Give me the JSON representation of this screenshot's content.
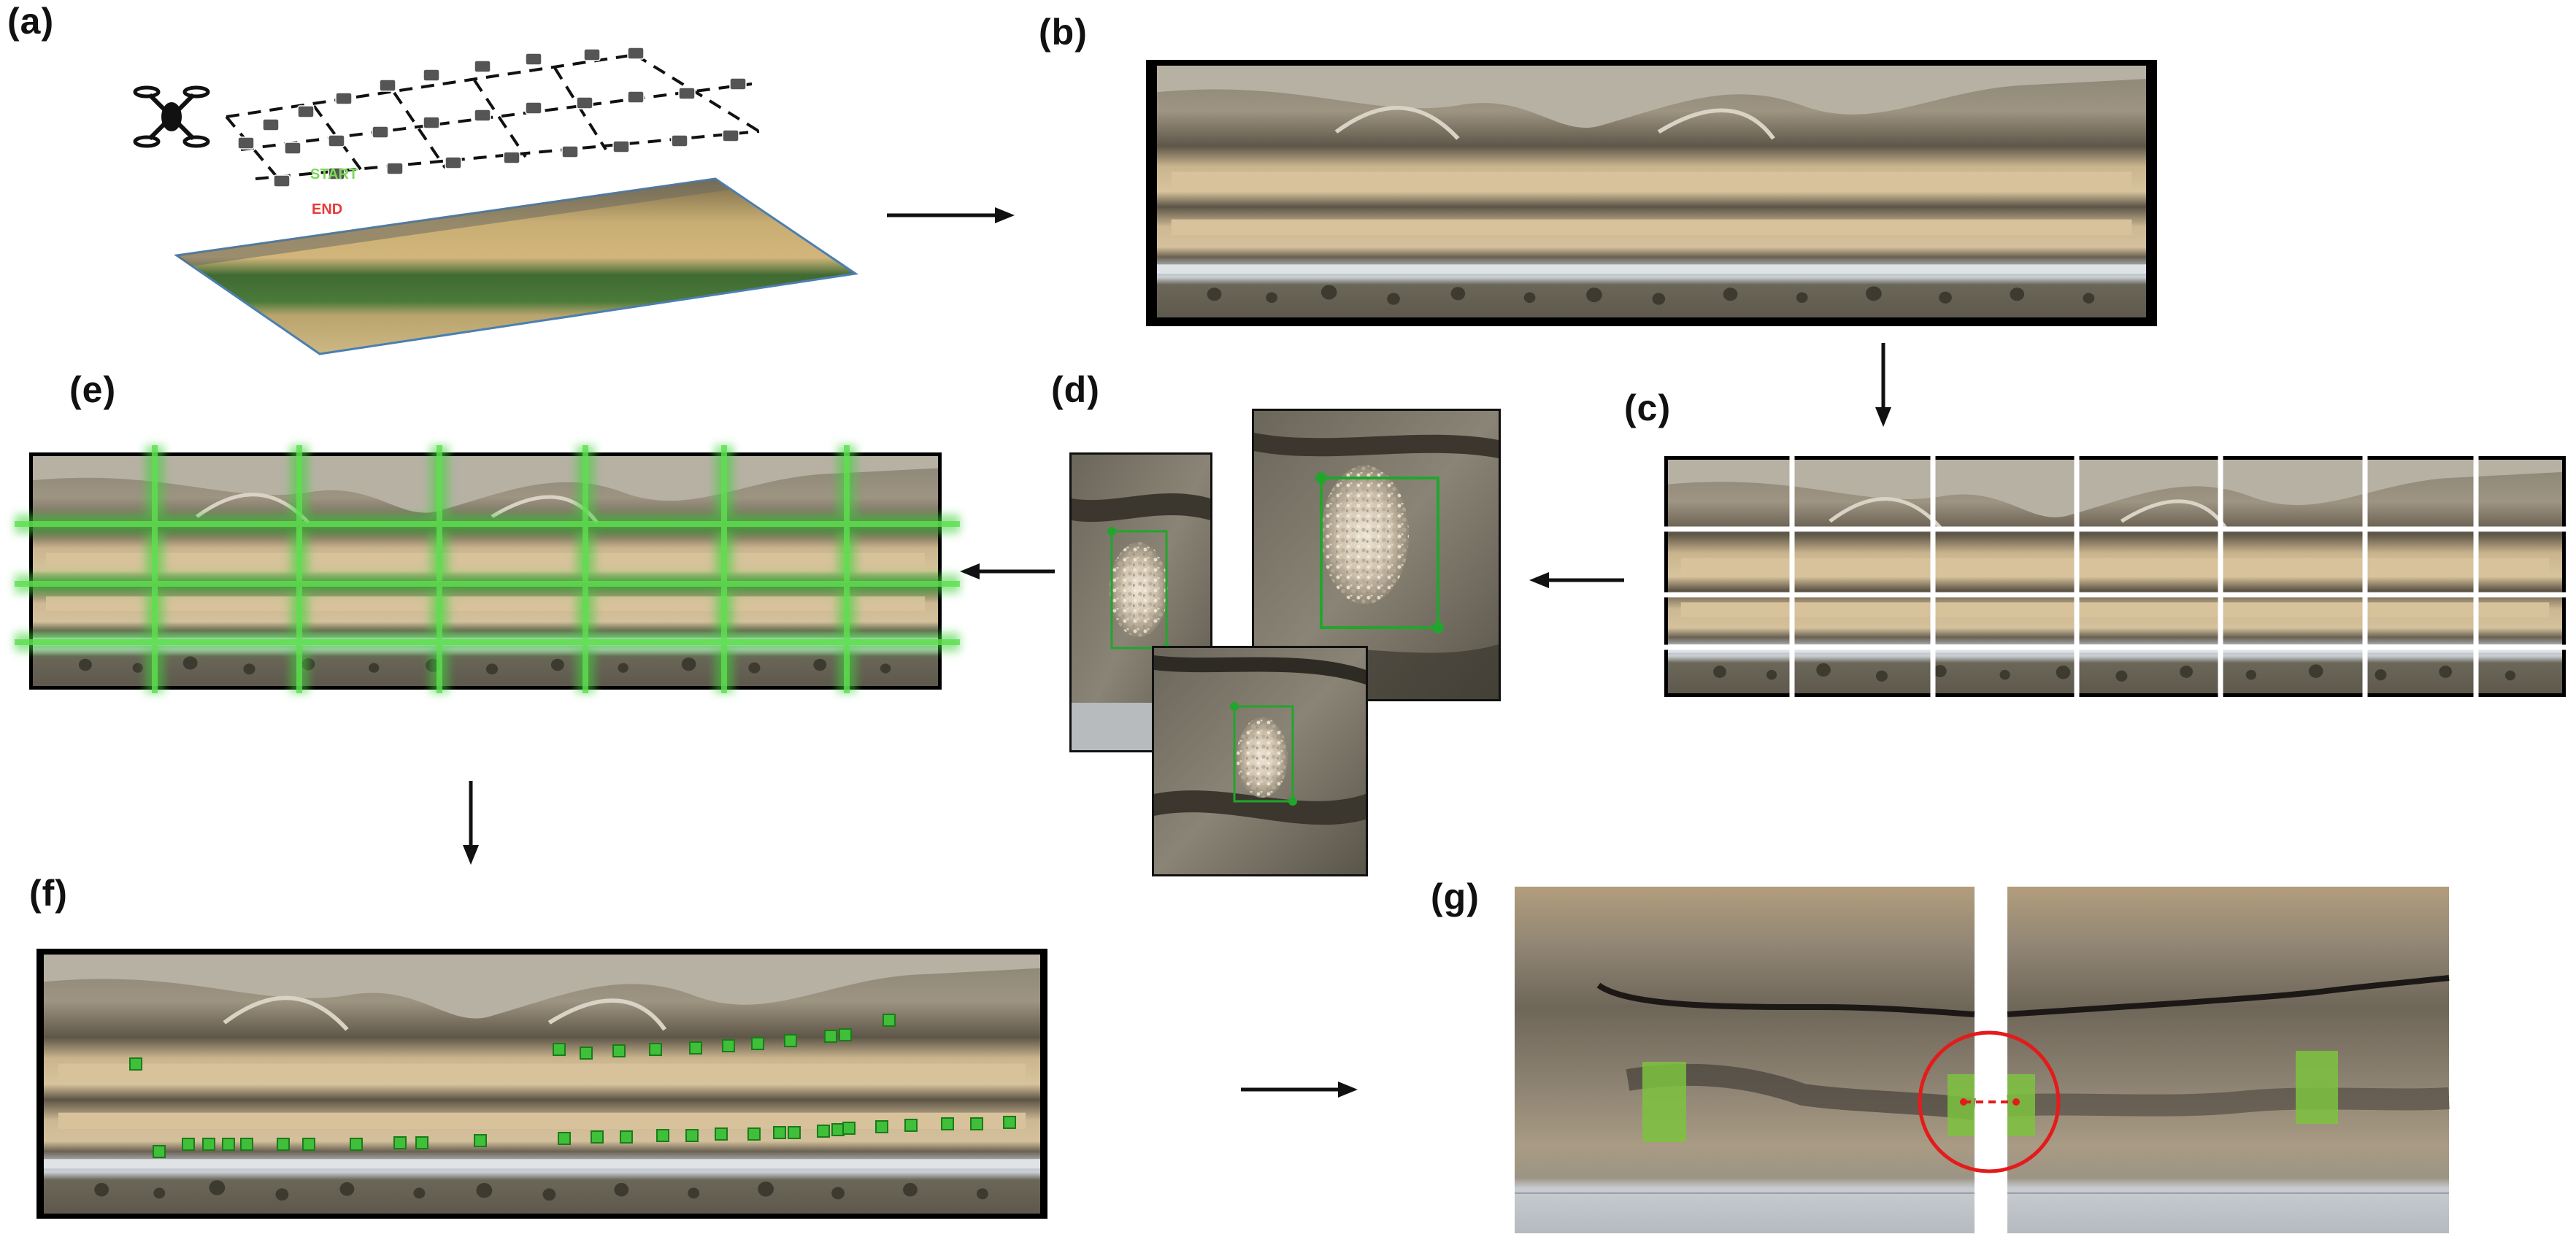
{
  "panels": {
    "a": {
      "label": "(a)",
      "start_text": "START",
      "end_text": "END"
    },
    "b": {
      "label": "(b)"
    },
    "c": {
      "label": "(c)"
    },
    "d": {
      "label": "(d)"
    },
    "e": {
      "label": "(e)"
    },
    "f": {
      "label": "(f)"
    },
    "g": {
      "label": "(g)"
    }
  },
  "colors": {
    "start_green": "#7ed957",
    "end_red": "#e83a3a",
    "detection_green": "#22a52c",
    "marker_green": "#3fbf3a",
    "overlap_circle_red": "#e31b1b",
    "grid_white": "#ffffff",
    "arrow_black": "#111111"
  },
  "icons": {
    "drone": "drone-icon",
    "camera": "camera-icon"
  }
}
